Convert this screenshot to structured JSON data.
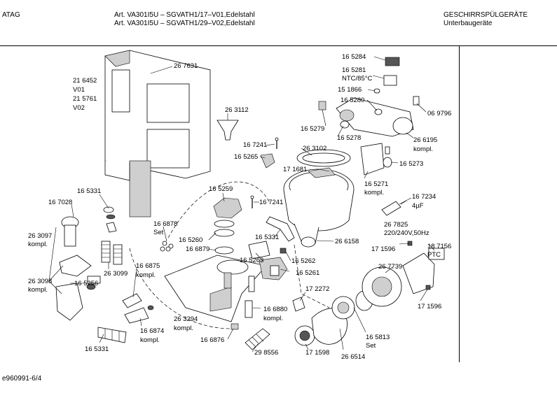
{
  "header": {
    "brand": "ATAG",
    "article_line1": "Art. VA301I5U – SGVATH1/17–V01,Edelstahl",
    "article_line2": "Art. VA301I5U – SGVATH1/29–V02,Edelstahl",
    "category": "GESCHIRRSPÜLGERÄTE",
    "subcategory": "Unterbaugeräte"
  },
  "footer": {
    "doc_id": "e960991-6/4"
  },
  "labels": {
    "p267631": "26 7631",
    "p216452": "21 6452",
    "v01": "V01",
    "p215761": "21 5761",
    "v02": "V02",
    "p263112": "26 3112",
    "p167241a": "16 7241",
    "p165265": "16 5265",
    "p263102": "26 3102",
    "p171681": "17 1681",
    "p165259": "16 5259",
    "p167241b": "16 7241",
    "p165331a": "16 5331",
    "p167028": "16 7028",
    "p263097": "26 3097",
    "kompl_a": "kompl.",
    "p166878": "16 6878",
    "set_a": "Set",
    "p165260": "16 5260",
    "p166879": "16 6879",
    "p165331b": "16 5331",
    "p266158": "26 6158",
    "p263099": "26 3099",
    "p166875": "16 6875",
    "kompl_b": "kompl.",
    "p263098": "26 3098",
    "kompl_c": "kompl.",
    "p165256": "16 5256",
    "p165263": "16 5263",
    "p165262": "16 5262",
    "p165261": "16 5261",
    "p263294": "26 3294",
    "kompl_d": "kompl.",
    "p166880": "16 6880",
    "kompl_e": "kompl.",
    "p166874": "16 6874",
    "kompl_f": "kompl.",
    "p172272": "17 2272",
    "p166876": "16 6876",
    "p298556": "29 8556",
    "p165331c": "16 5331",
    "p171598": "17 1598",
    "p266514": "26 6514",
    "p165813": "16 5813",
    "set_b": "Set",
    "p165284": "16 5284",
    "p165281": "16 5281",
    "ntc": "NTC/85°C",
    "p151866": "15 1866",
    "p165280": "16 5280",
    "p069796": "06 9796",
    "p165279": "16 5279",
    "p165278": "16 5278",
    "p266195": "26 6195",
    "kompl_g": "kompl.",
    "p165273": "16 5273",
    "p165271": "16 5271",
    "kompl_h": "kompl.",
    "p167234": "16 7234",
    "uf": "4µF",
    "p267825": "26 7825",
    "voltage": "220/240V,50Hz",
    "p171596a": "17 1596",
    "p187156": "18 7156",
    "ptc": "PTC",
    "p267739": "26 7739",
    "p171596b": "17 1596"
  }
}
